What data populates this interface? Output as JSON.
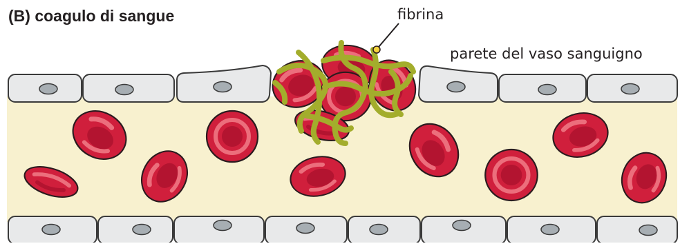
{
  "title": "(B) coagulo di sangue",
  "labels": {
    "fibrin": "fibrina",
    "vessel_wall": "parete del vaso sanguigno"
  },
  "colors": {
    "vessel_lumen": "#f8f1cf",
    "wall_cell_fill": "#e8e9ea",
    "wall_cell_stroke": "#3a3a3a",
    "nucleus": "#a7aeb3",
    "red_cell": "#d01f3c",
    "red_cell_highlight": "#ec6e7c",
    "red_cell_center": "#b31430",
    "fibrin": "#a3ad2c",
    "outline": "#2b1b1f"
  }
}
